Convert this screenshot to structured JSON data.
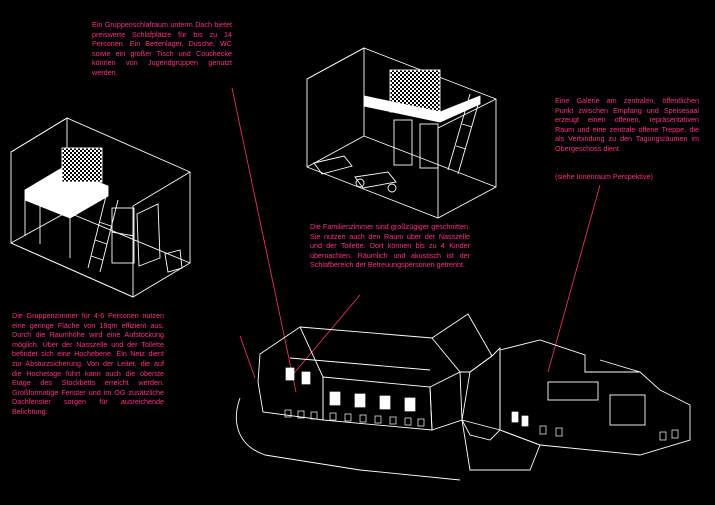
{
  "colors": {
    "background": "#000000",
    "annotation": "#ff2d86",
    "linework": "#ffffff"
  },
  "annotations": {
    "group_dorm": "Ein Gruppenschlafraum unterm Dach bietet preiswerte Schlafplätze für bis zu 14 Personen. Ein Bettenlager, Dusche, WC sowie ein großer Tisch und Couchecke können von Jugendgruppen genutzt werden.",
    "gallery": "Eine Galerie am zentralen, öffentlichen Punkt zwischen Empfang und Speisesaal erzeugt einen offenen, repräsentativen Raum und eine zentrale offene Treppe, die als Verbindung zu den Tagungsräumen im Obergeschoss dient.",
    "gallery_ref": "(siehe Innenraum Perspektive)",
    "family_rooms": "Die Familienzimmer sind großzügiger geschnitten. Sie nutzen auch den Raum über der Nasszelle und der Toilette. Dort können bis zu 4 Kinder übernachten. Räumlich und akustisch ist der Schlafbereich der Betreuungspersonen getrennt.",
    "group_rooms": "Die Gruppenzimmer für 4-6 Personen nutzen eine geringe Fläche von 18qm effizient aus. Durch die Raumhöhe wird eine Aufstockung möglich. Über der Nasszelle und der Toilette befindet sich eine Hochebene. Ein Netz dient zur Absturzsicherung. Von der Leiter, die auf die Hochetage führt kann auch die oberste Etage des Stockbetts erreicht werden. Großformatige Fenster und im OG zusätzliche Dachfenster sorgen für ausreichende Belichtung."
  }
}
